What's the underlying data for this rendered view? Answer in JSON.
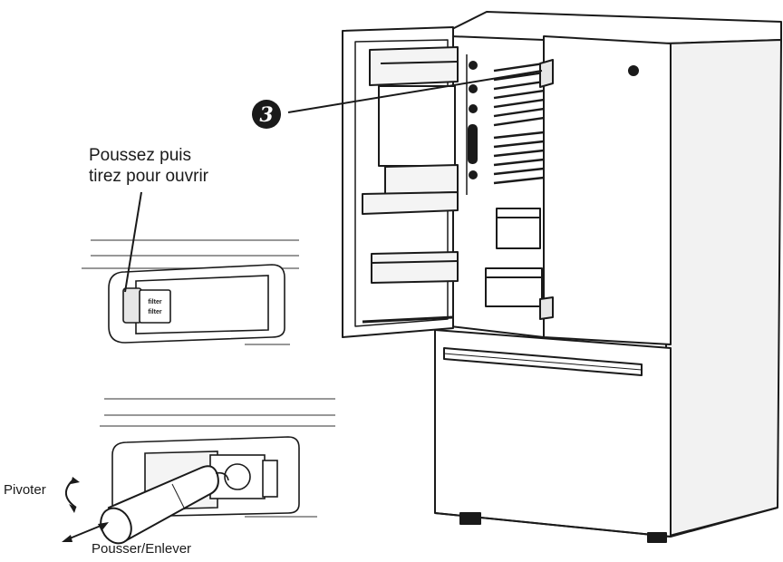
{
  "labels": {
    "push_then_pull_line1": "Poussez puis",
    "push_then_pull_line2": "tirez pour ouvrir",
    "pivot": "Pivoter",
    "push_remove": "Pousser/Enlever",
    "callout_number": "3",
    "filter_cap_line1": "filter",
    "filter_cap_line2": "filter"
  },
  "colors": {
    "line": "#1a1a1a",
    "light_line": "#777777",
    "fill_white": "#ffffff",
    "fill_gray": "#e6e6e6",
    "callout_fill": "#1a1a1a"
  }
}
